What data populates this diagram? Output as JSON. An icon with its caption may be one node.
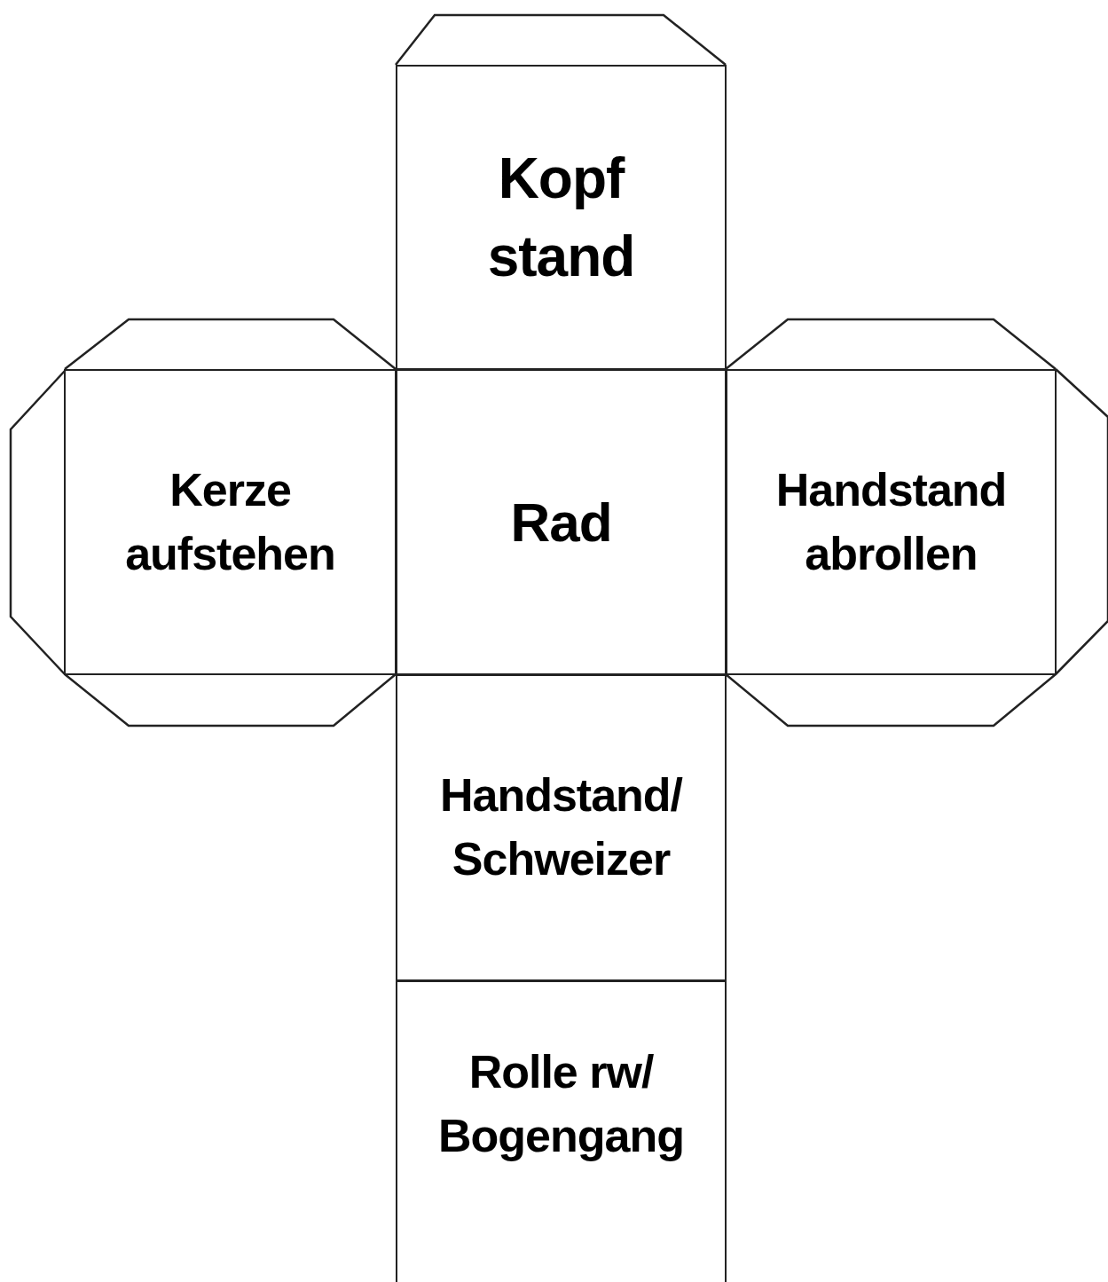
{
  "diagram": {
    "nodes": [
      {
        "text": [
          "Kopf stand"
        ]
      },
      {
        "text": [
          "Kerze aufstehen"
        ]
      },
      {
        "text": [
          "Rad"
        ]
      },
      {
        "text": [
          "Handstand abrollen"
        ]
      },
      {
        "text": [
          "Handstand/ Schweizer"
        ]
      },
      {
        "text": [
          "Rolle rw/ Bogengang"
        ]
      }
    ]
  }
}
